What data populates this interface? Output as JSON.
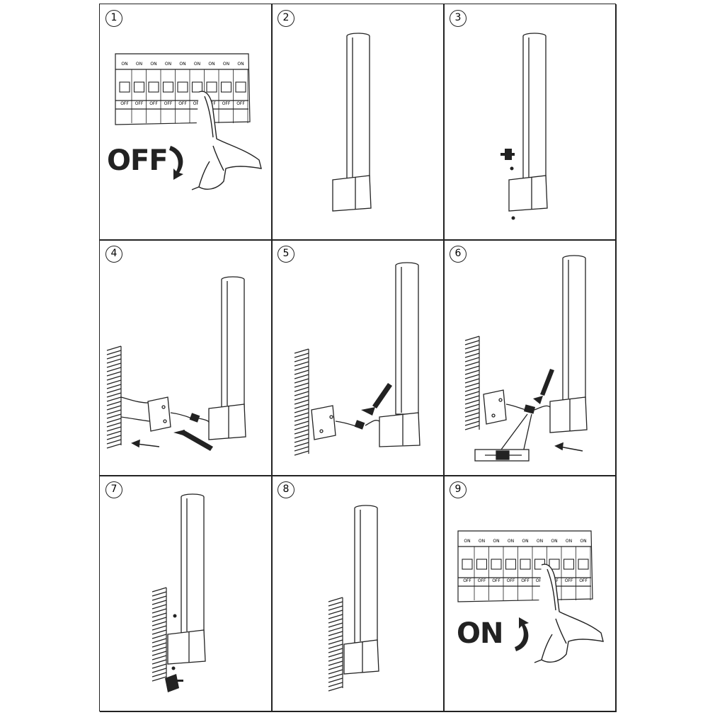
{
  "steps": [
    {
      "number": "1",
      "caption": "OFF"
    },
    {
      "number": "2"
    },
    {
      "number": "3"
    },
    {
      "number": "4"
    },
    {
      "number": "5"
    },
    {
      "number": "6"
    },
    {
      "number": "7"
    },
    {
      "number": "8"
    },
    {
      "number": "9",
      "caption": "ON"
    }
  ],
  "breaker": {
    "on_label": "ON",
    "off_label": "OFF",
    "switch_count": 9
  },
  "colors": {
    "line": "#222222",
    "background": "#ffffff"
  },
  "icons": [
    "breaker-panel-icon",
    "hand-icon",
    "arrow-down-icon",
    "arrow-up-icon",
    "wall-lamp-icon",
    "screw-icon",
    "wall-icon",
    "junction-box-icon",
    "connector-icon"
  ]
}
